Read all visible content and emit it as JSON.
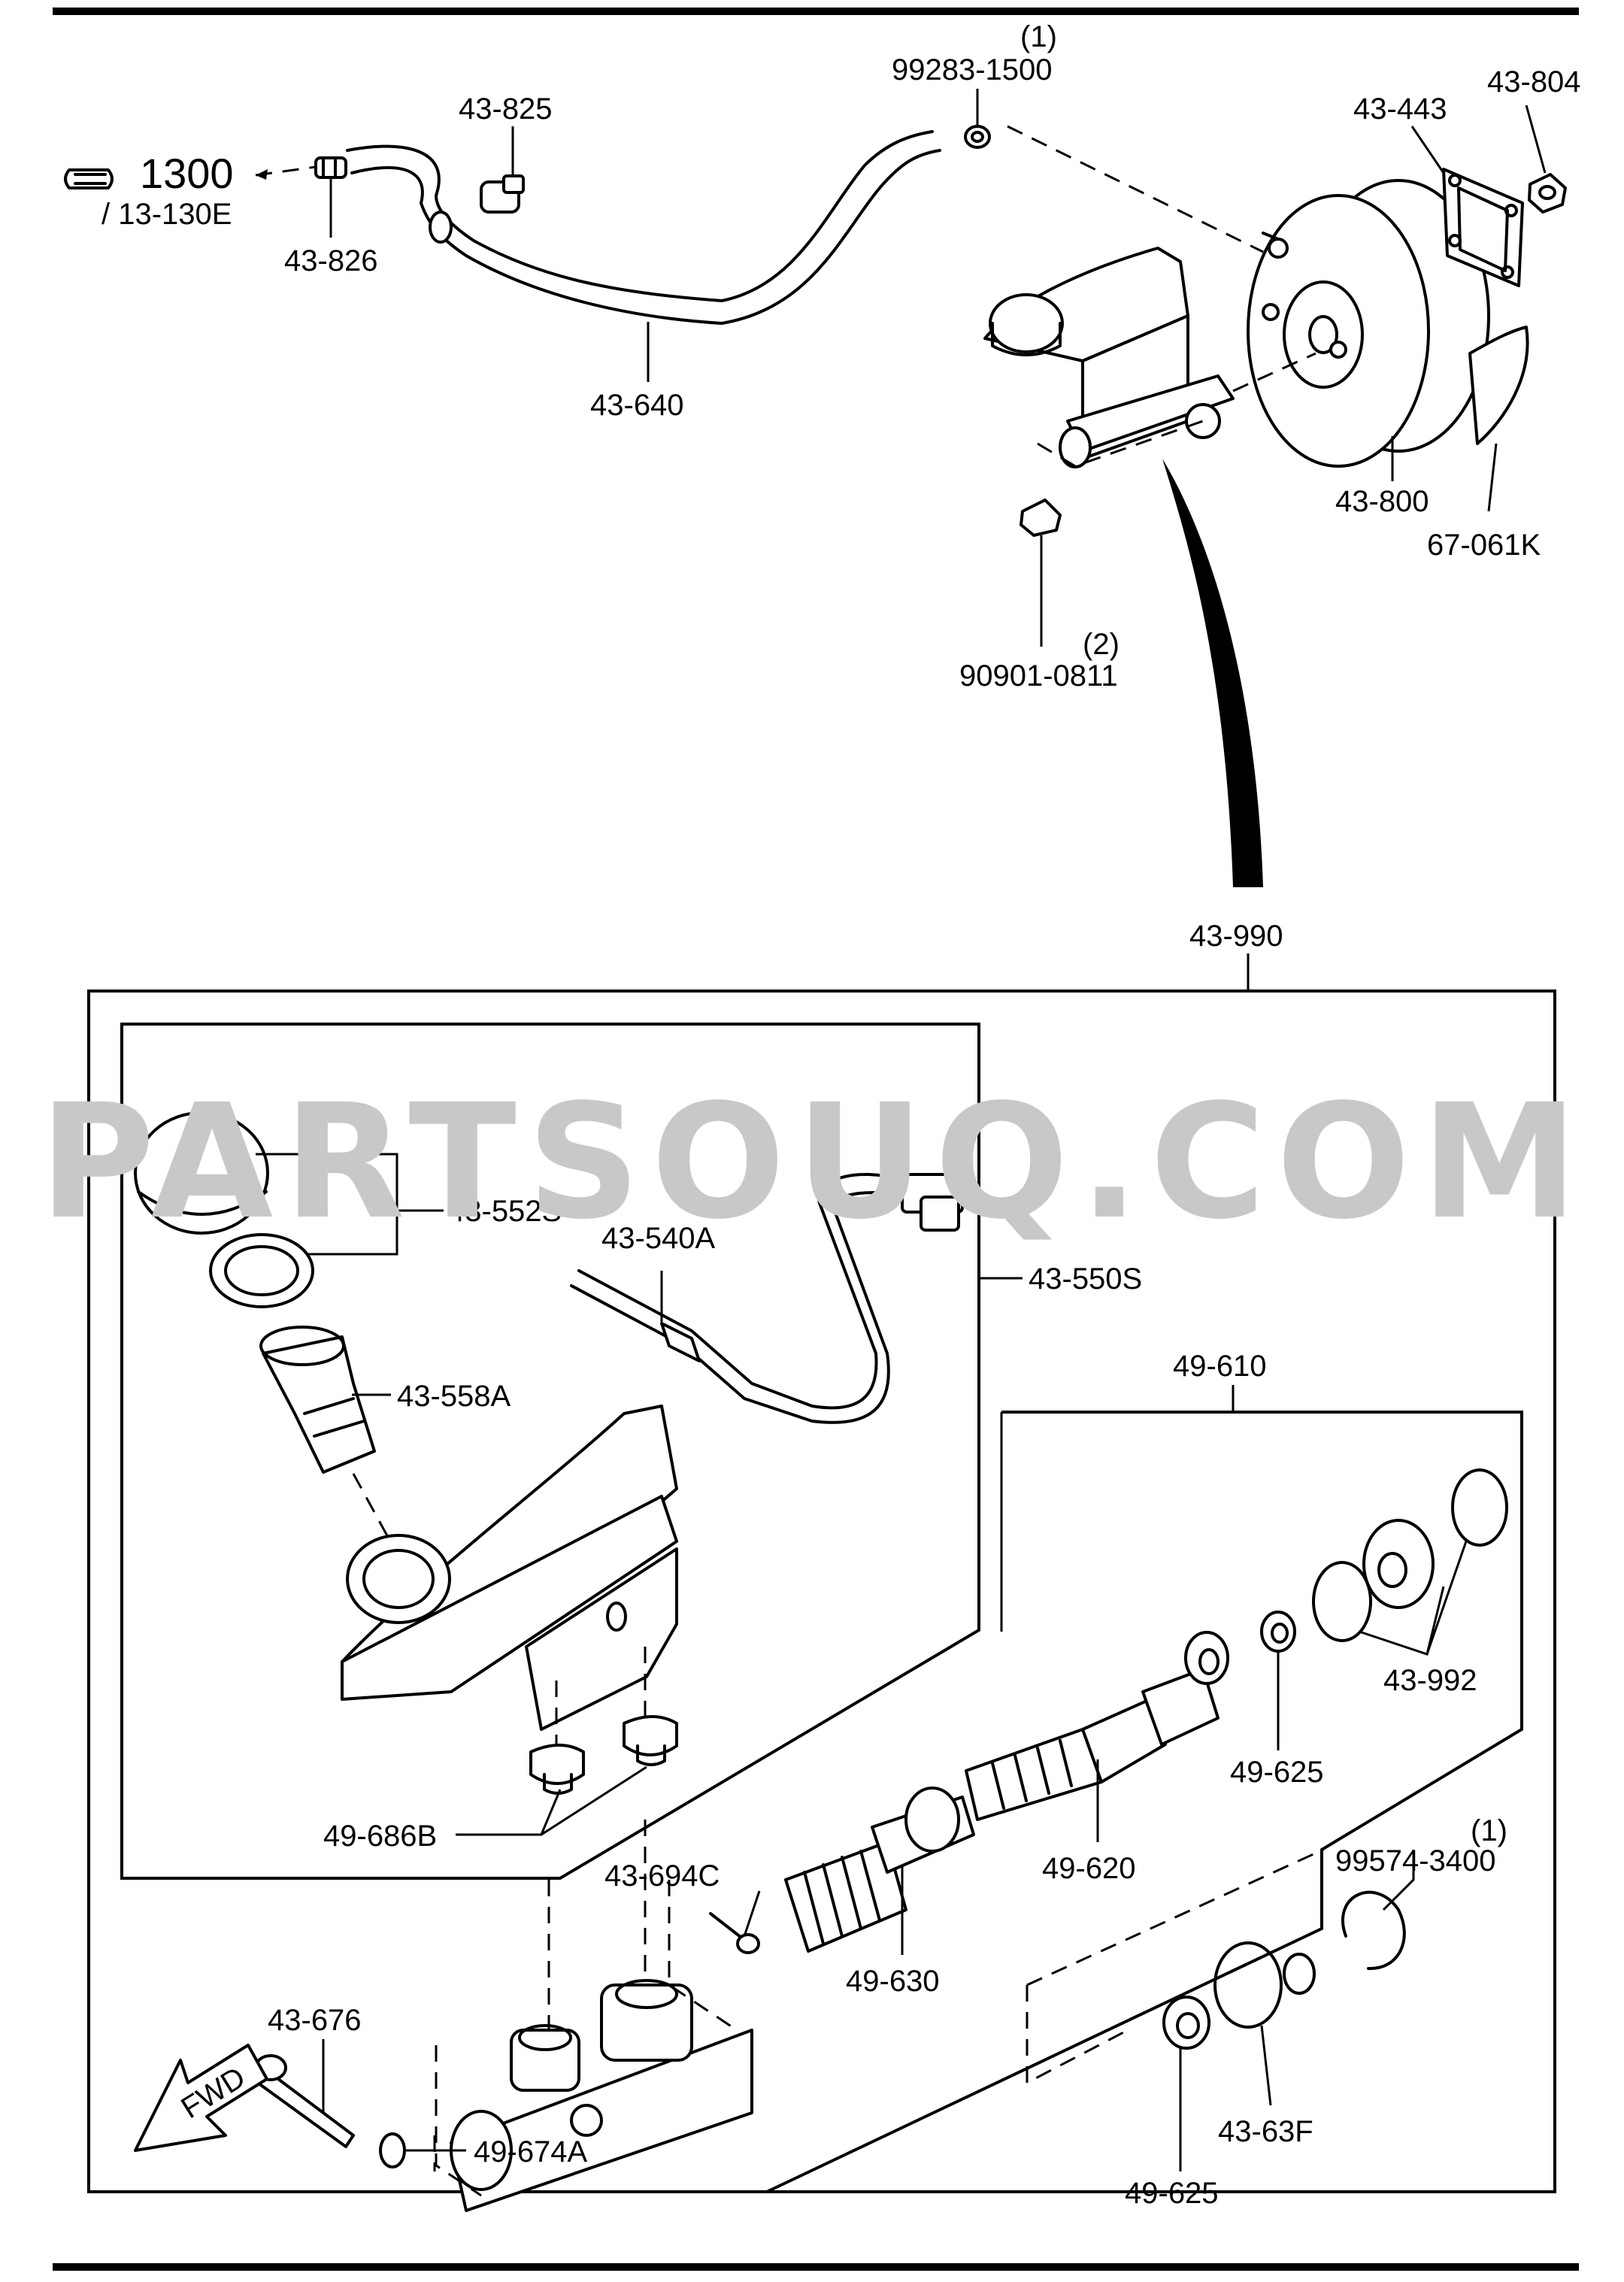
{
  "watermark": "PARTSOUQ.COM",
  "reference": {
    "page": "1300",
    "sub": "/ 13-130E"
  },
  "callouts": {
    "c43825": "43-825",
    "c43826": "43-826",
    "c43640": "43-640",
    "c99283_qty": "(1)",
    "c99283": "99283-1500",
    "c43443": "43-443",
    "c43804": "43-804",
    "c43800": "43-800",
    "c67061k": "67-061K",
    "c90901_qty": "(2)",
    "c90901": "90901-0811",
    "c43990": "43-990",
    "c43552s": "43-552S",
    "c43540a": "43-540A",
    "c43550s": "43-550S",
    "c43558a": "43-558A",
    "c49686b": "49-686B",
    "c49610": "49-610",
    "c43992": "43-992",
    "c49625a": "49-625",
    "c49620": "49-620",
    "c49630": "49-630",
    "c43694c": "43-694C",
    "c99574_qty": "(1)",
    "c99574": "99574-3400",
    "c43676": "43-676",
    "c49674a": "49-674A",
    "c43_63f": "43-63F",
    "c49625b": "49-625",
    "fwd": "FWD"
  },
  "icons": {
    "reference_hand": "pointing-hand-icon",
    "forward_arrow": "fwd-arrow-icon"
  },
  "colors": {
    "line": "#000000",
    "watermark": "#c8c8c8",
    "background": "#ffffff"
  }
}
